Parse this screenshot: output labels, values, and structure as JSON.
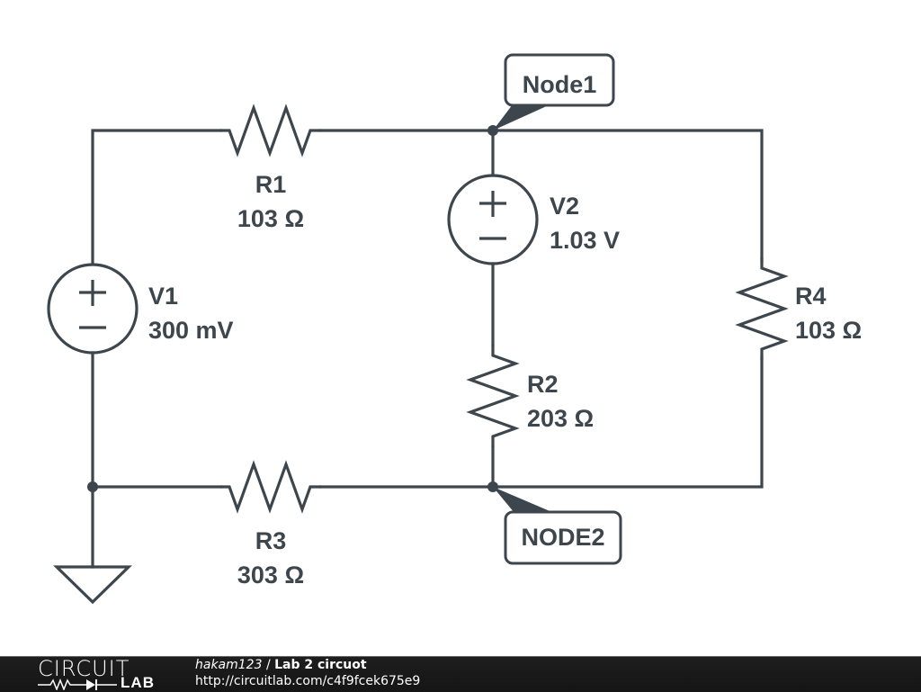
{
  "schematic": {
    "components": {
      "R1": {
        "name": "R1",
        "value": "103 Ω"
      },
      "R2": {
        "name": "R2",
        "value": "203 Ω"
      },
      "R3": {
        "name": "R3",
        "value": "303 Ω"
      },
      "R4": {
        "name": "R4",
        "value": "103 Ω"
      },
      "V1": {
        "name": "V1",
        "value": "300 mV",
        "plus": "+",
        "minus": "−"
      },
      "V2": {
        "name": "V2",
        "value": "1.03 V",
        "plus": "+",
        "minus": "−"
      }
    },
    "nodes": {
      "node1": "Node1",
      "node2": "NODE2"
    }
  },
  "footer": {
    "logo_top": "CIRCUIT",
    "logo_bottom": "LAB",
    "username": "hakam123",
    "separator": " / ",
    "title": "Lab 2 circuot",
    "url": "http://circuitlab.com/c4f9fcek675e9"
  },
  "colors": {
    "ink": "#3d464d",
    "footer_bg": "#1a1a1a"
  }
}
